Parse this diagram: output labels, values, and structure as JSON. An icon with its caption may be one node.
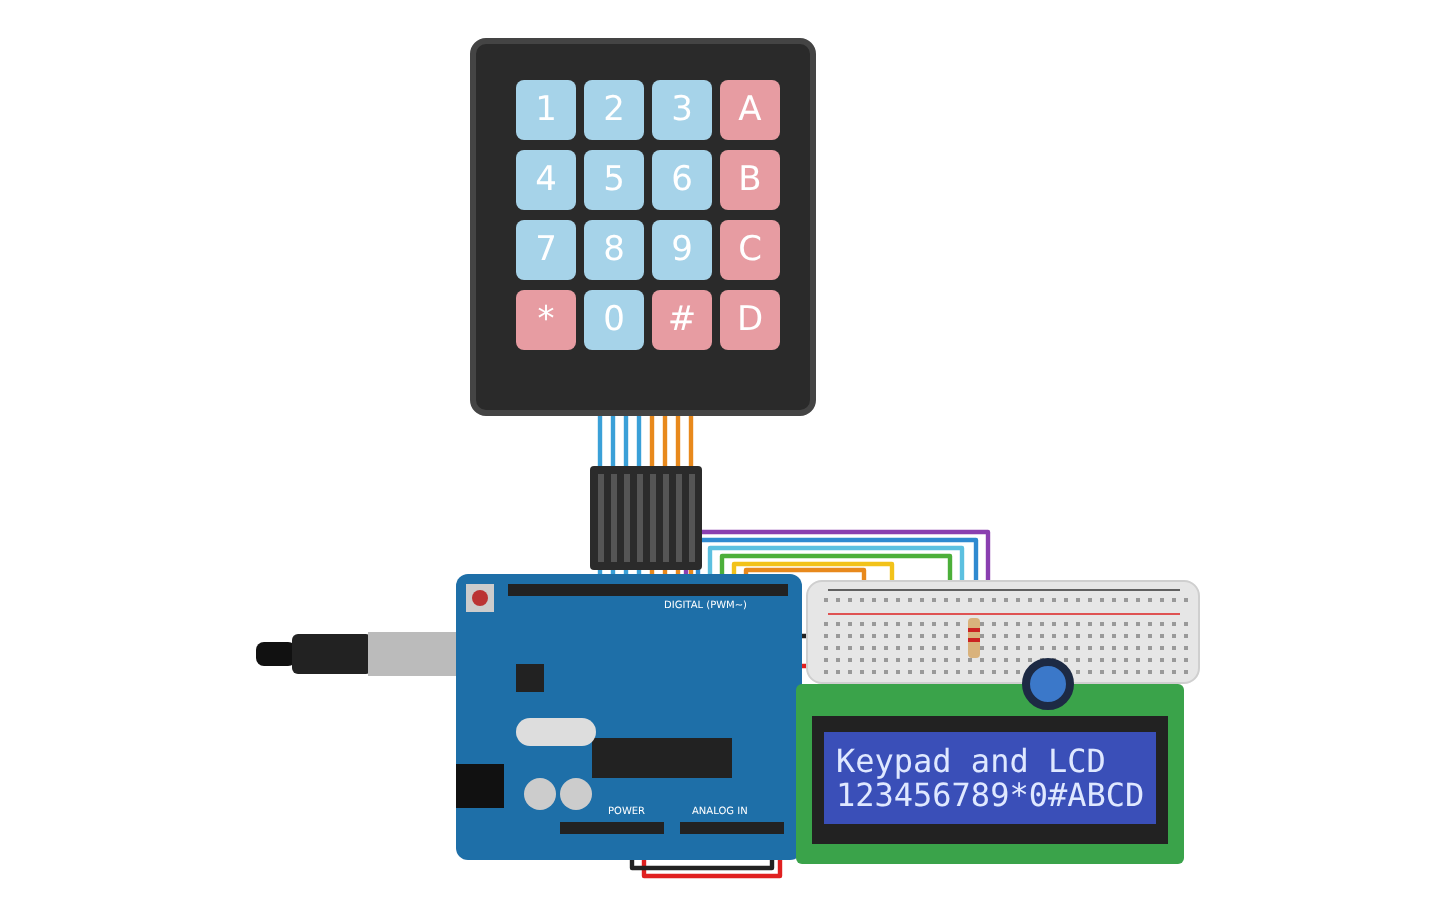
{
  "diagram": {
    "nodes": [
      {
        "text": [],
        "shape": "box"
      },
      {
        "text": [
          "1"
        ],
        "in": 0
      },
      {
        "text": [
          "2"
        ],
        "in": 0
      },
      {
        "text": [
          "3"
        ],
        "in": 0
      },
      {
        "text": [
          "A"
        ],
        "in": 0
      },
      {
        "text": [
          "4"
        ],
        "in": 0
      },
      {
        "text": [
          "5"
        ],
        "in": 0
      },
      {
        "text": [
          "6"
        ],
        "in": 0
      },
      {
        "text": [
          "B"
        ],
        "in": 0
      },
      {
        "text": [
          "7"
        ],
        "in": 0
      },
      {
        "text": [
          "8"
        ],
        "in": 0
      },
      {
        "text": [
          "9"
        ],
        "in": 0
      },
      {
        "text": [
          "C"
        ],
        "in": 0
      },
      {
        "text": [
          "*"
        ],
        "in": 0
      },
      {
        "text": [
          "0"
        ],
        "in": 0
      },
      {
        "text": [
          "#"
        ],
        "in": 0
      },
      {
        "text": [
          "D"
        ],
        "in": 0
      },
      {
        "text": [
          "DIGITAL (PWM~)",
          "POWER",
          "ANALOG IN"
        ]
      },
      {
        "text": [],
        "shape": "box"
      },
      {
        "text": [
          "Keypad and LCD",
          "123456789*0#ABCD"
        ]
      },
      {
        "text": [],
        "shape": "circle"
      },
      {
        "text": [],
        "shape": "picture",
        "in": 18
      }
    ],
    "edges": [
      {
        "from": 0,
        "to": 17,
        "arrow": "none",
        "color": "#3aa0d8"
      },
      {
        "from": 0,
        "to": 17,
        "arrow": "none",
        "color": "#3aa0d8"
      },
      {
        "from": 0,
        "to": 17,
        "arrow": "none",
        "color": "#3aa0d8"
      },
      {
        "from": 0,
        "to": 17,
        "arrow": "none",
        "color": "#3aa0d8"
      },
      {
        "from": 0,
        "to": 17,
        "arrow": "none",
        "color": "#e8891c"
      },
      {
        "from": 0,
        "to": 17,
        "arrow": "none",
        "color": "#e8891c"
      },
      {
        "from": 0,
        "to": 17,
        "arrow": "none",
        "color": "#e8891c"
      },
      {
        "from": 0,
        "to": 17,
        "arrow": "none",
        "color": "#e8891c"
      },
      {
        "from": 17,
        "to": 18,
        "arrow": "none",
        "color": "#8a3fb0"
      },
      {
        "from": 17,
        "to": 18,
        "arrow": "none",
        "color": "#2f8ad0"
      },
      {
        "from": 17,
        "to": 18,
        "arrow": "none",
        "color": "#5cc0e0"
      },
      {
        "from": 17,
        "to": 18,
        "arrow": "none",
        "color": "#4caf3a"
      },
      {
        "from": 17,
        "to": 18,
        "arrow": "none",
        "color": "#f2c21a"
      },
      {
        "from": 17,
        "to": 18,
        "arrow": "none",
        "color": "#e8891c"
      },
      {
        "from": 17,
        "to": 18,
        "arrow": "none",
        "color": "#e02020"
      },
      {
        "from": 17,
        "to": 18,
        "arrow": "none",
        "color": "#222222"
      }
    ]
  }
}
